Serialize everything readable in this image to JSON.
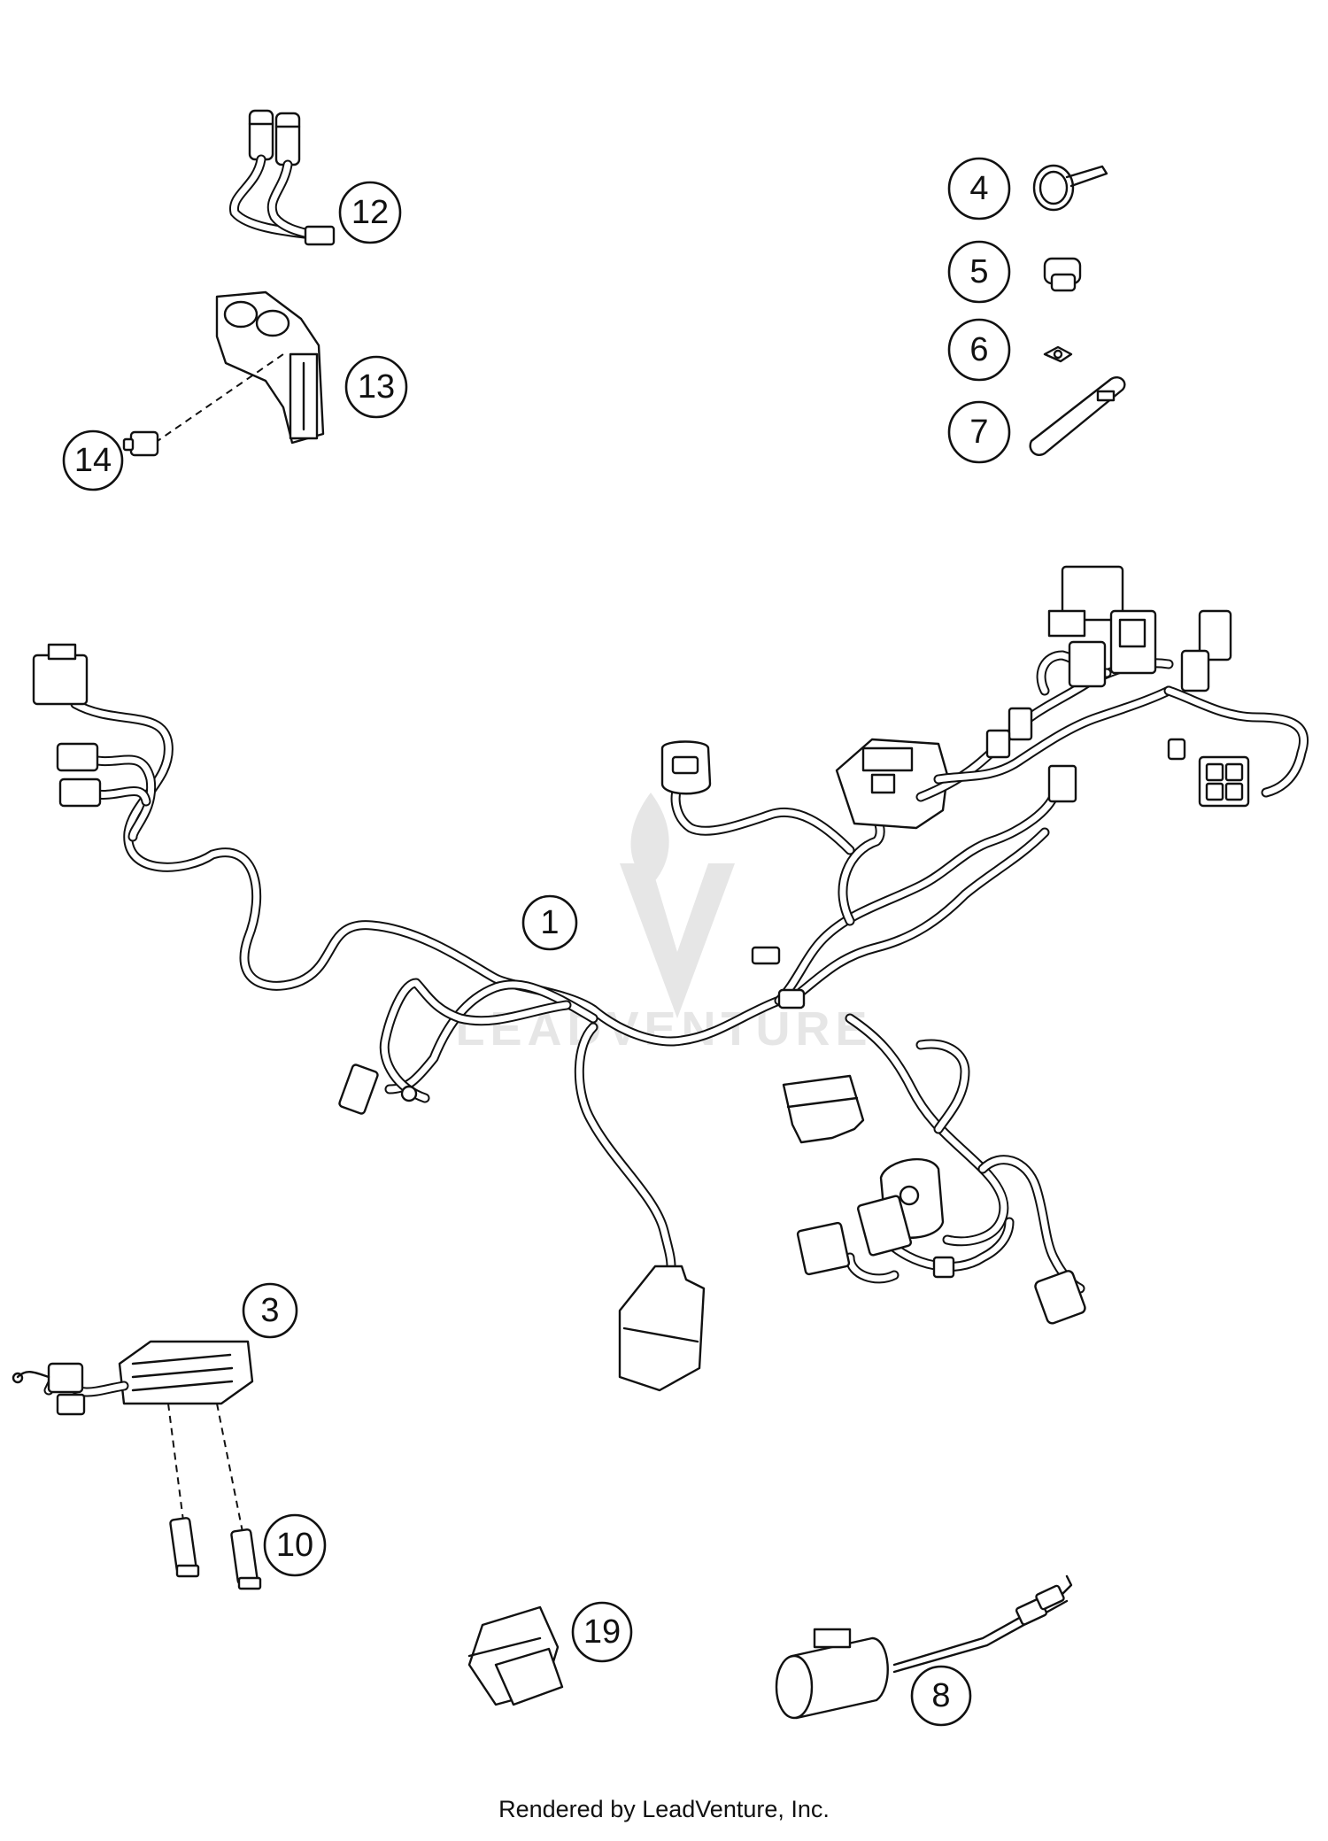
{
  "callouts": {
    "c1": "1",
    "c3": "3",
    "c4": "4",
    "c5": "5",
    "c6": "6",
    "c7": "7",
    "c8": "8",
    "c10": "10",
    "c12": "12",
    "c13": "13",
    "c14": "14",
    "c19": "19"
  },
  "watermark": {
    "text": "LEADVENTURE"
  },
  "footer": {
    "text": "Rendered by LeadVenture, Inc."
  },
  "colors": {
    "line": "#111111",
    "watermark": "#e6e6e6",
    "background": "#ffffff"
  }
}
